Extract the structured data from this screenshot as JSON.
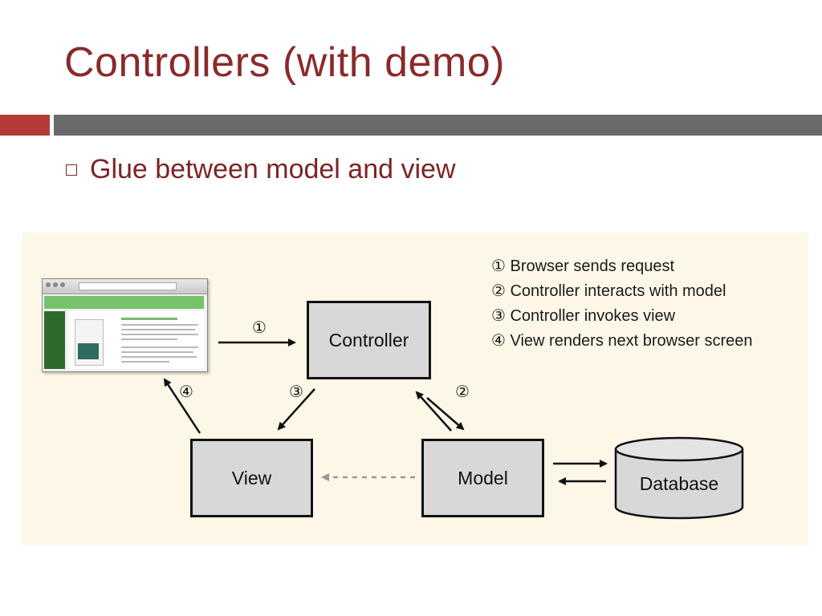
{
  "slide": {
    "title": "Controllers (with demo)",
    "bullet": "Glue between model and view"
  },
  "diagram": {
    "legend": [
      "① Browser sends request",
      "② Controller interacts with model",
      "③ Controller invokes view",
      "④ View renders next browser screen"
    ],
    "nodes": {
      "controller": "Controller",
      "view": "View",
      "model": "Model",
      "database": "Database"
    },
    "step_labels": {
      "one": "①",
      "two": "②",
      "three": "③",
      "four": "④"
    }
  },
  "colors": {
    "title": "#8a2a2b",
    "accent_bar": "#b53a37",
    "rule_bar": "#6a6a6a",
    "figure_background": "#fdf7e8",
    "node_fill": "#d8d8d8"
  }
}
